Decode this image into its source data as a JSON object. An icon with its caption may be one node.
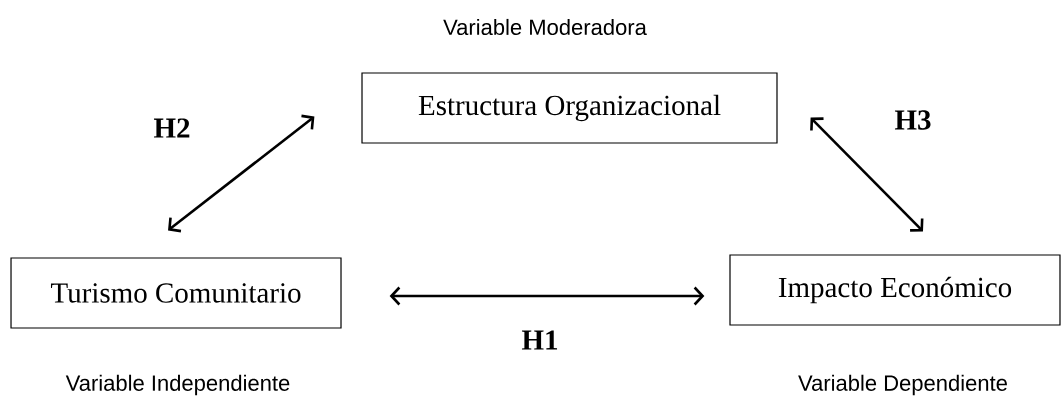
{
  "diagram": {
    "nodes": [
      {
        "text": [
          "Estructura Organizacional"
        ],
        "beside": [
          "Variable Moderadora"
        ]
      },
      {
        "text": [
          "Turismo Comunitario"
        ],
        "beside": [
          "Variable Independiente"
        ]
      },
      {
        "text": [
          "Impacto Económico"
        ],
        "beside": [
          "Variable Dependiente"
        ]
      }
    ],
    "edges": [
      {
        "from": 1,
        "to": 2,
        "arrow": "both",
        "label": "H1"
      },
      {
        "from": 1,
        "to": 0,
        "arrow": "both",
        "label": "H2"
      },
      {
        "from": 0,
        "to": 2,
        "arrow": "both",
        "label": "H3"
      }
    ]
  }
}
